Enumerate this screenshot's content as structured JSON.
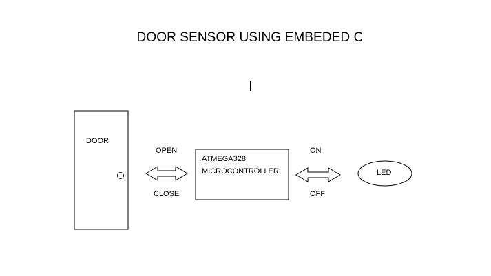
{
  "diagram": {
    "title": "DOOR SENSOR USING EMBEDED C",
    "nodes": {
      "door": {
        "label": "DOOR"
      },
      "microcontroller": {
        "line1": "ATMEGA328",
        "line2": "MICROCONTROLLER"
      },
      "led": {
        "label": "LED"
      }
    },
    "connections": {
      "door_to_mcu": {
        "top_label": "OPEN",
        "bottom_label": "CLOSE"
      },
      "mcu_to_led": {
        "top_label": "ON",
        "bottom_label": "OFF"
      }
    }
  }
}
